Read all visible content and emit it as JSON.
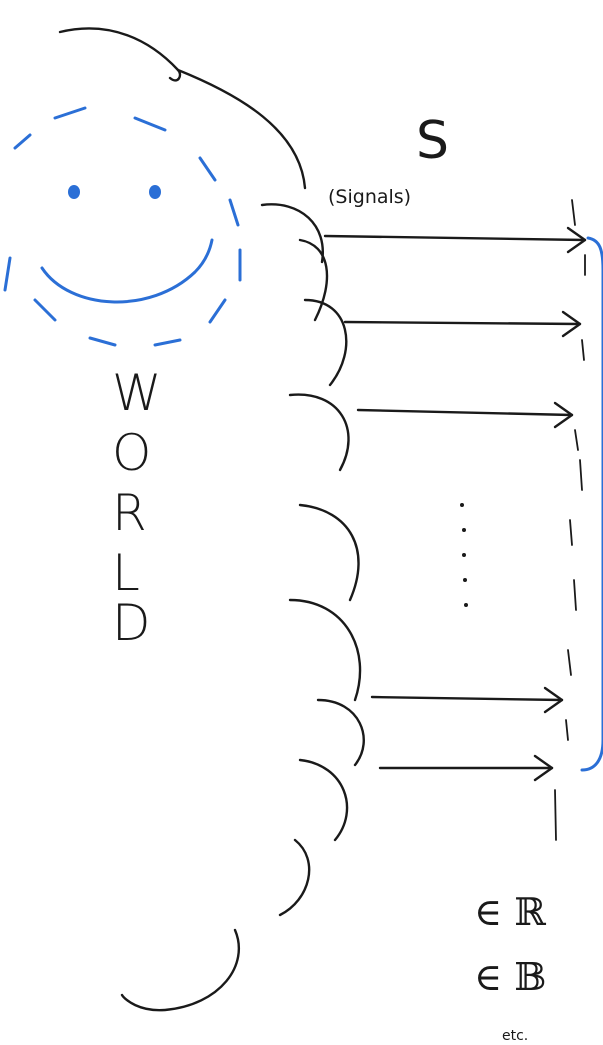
{
  "labels": {
    "signals_symbol": "S",
    "signals_caption": "(Signals)",
    "world_letters": [
      "W",
      "O",
      "R",
      "L",
      "D"
    ],
    "domain_real": "∈ ℝ",
    "domain_bool": "∈ 𝔹",
    "domain_etc": "etc."
  },
  "colors": {
    "ink": "#1a1a1a",
    "face_blue": "#2b6fd6"
  },
  "icons": [
    "smiley-face-icon",
    "cloud-world-icon",
    "arrow-icon"
  ]
}
